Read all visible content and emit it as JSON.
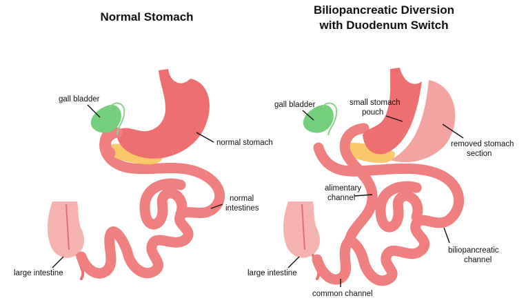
{
  "panels": {
    "left": {
      "title": "Normal Stomach",
      "labels": {
        "gall_bladder": "gall bladder",
        "normal_stomach": "normal stomach",
        "normal_intestines_1": "normal",
        "normal_intestines_2": "intestines",
        "large_intestine": "large intestine"
      }
    },
    "right": {
      "title_1": "Biliopancreatic Diversion",
      "title_2": "with Duodenum Switch",
      "labels": {
        "gall_bladder": "gall bladder",
        "small_pouch_1": "small stomach",
        "small_pouch_2": "pouch",
        "removed_1": "removed stomach",
        "removed_2": "section",
        "alimentary_1": "alimentary",
        "alimentary_2": "channel",
        "biliopancreatic_1": "biliopancreatic",
        "biliopancreatic_2": "channel",
        "large_intestine": "large intestine",
        "common_channel": "common channel"
      }
    }
  },
  "colors": {
    "stomach": "#ee6f6f",
    "stomach_light": "#f3a3a0",
    "intestine": "#f07f80",
    "large_intestine": "#f5b3b0",
    "gall_bladder": "#74cf7c",
    "gall_duct": "#8ed08a",
    "pancreas": "#f8c86a"
  }
}
